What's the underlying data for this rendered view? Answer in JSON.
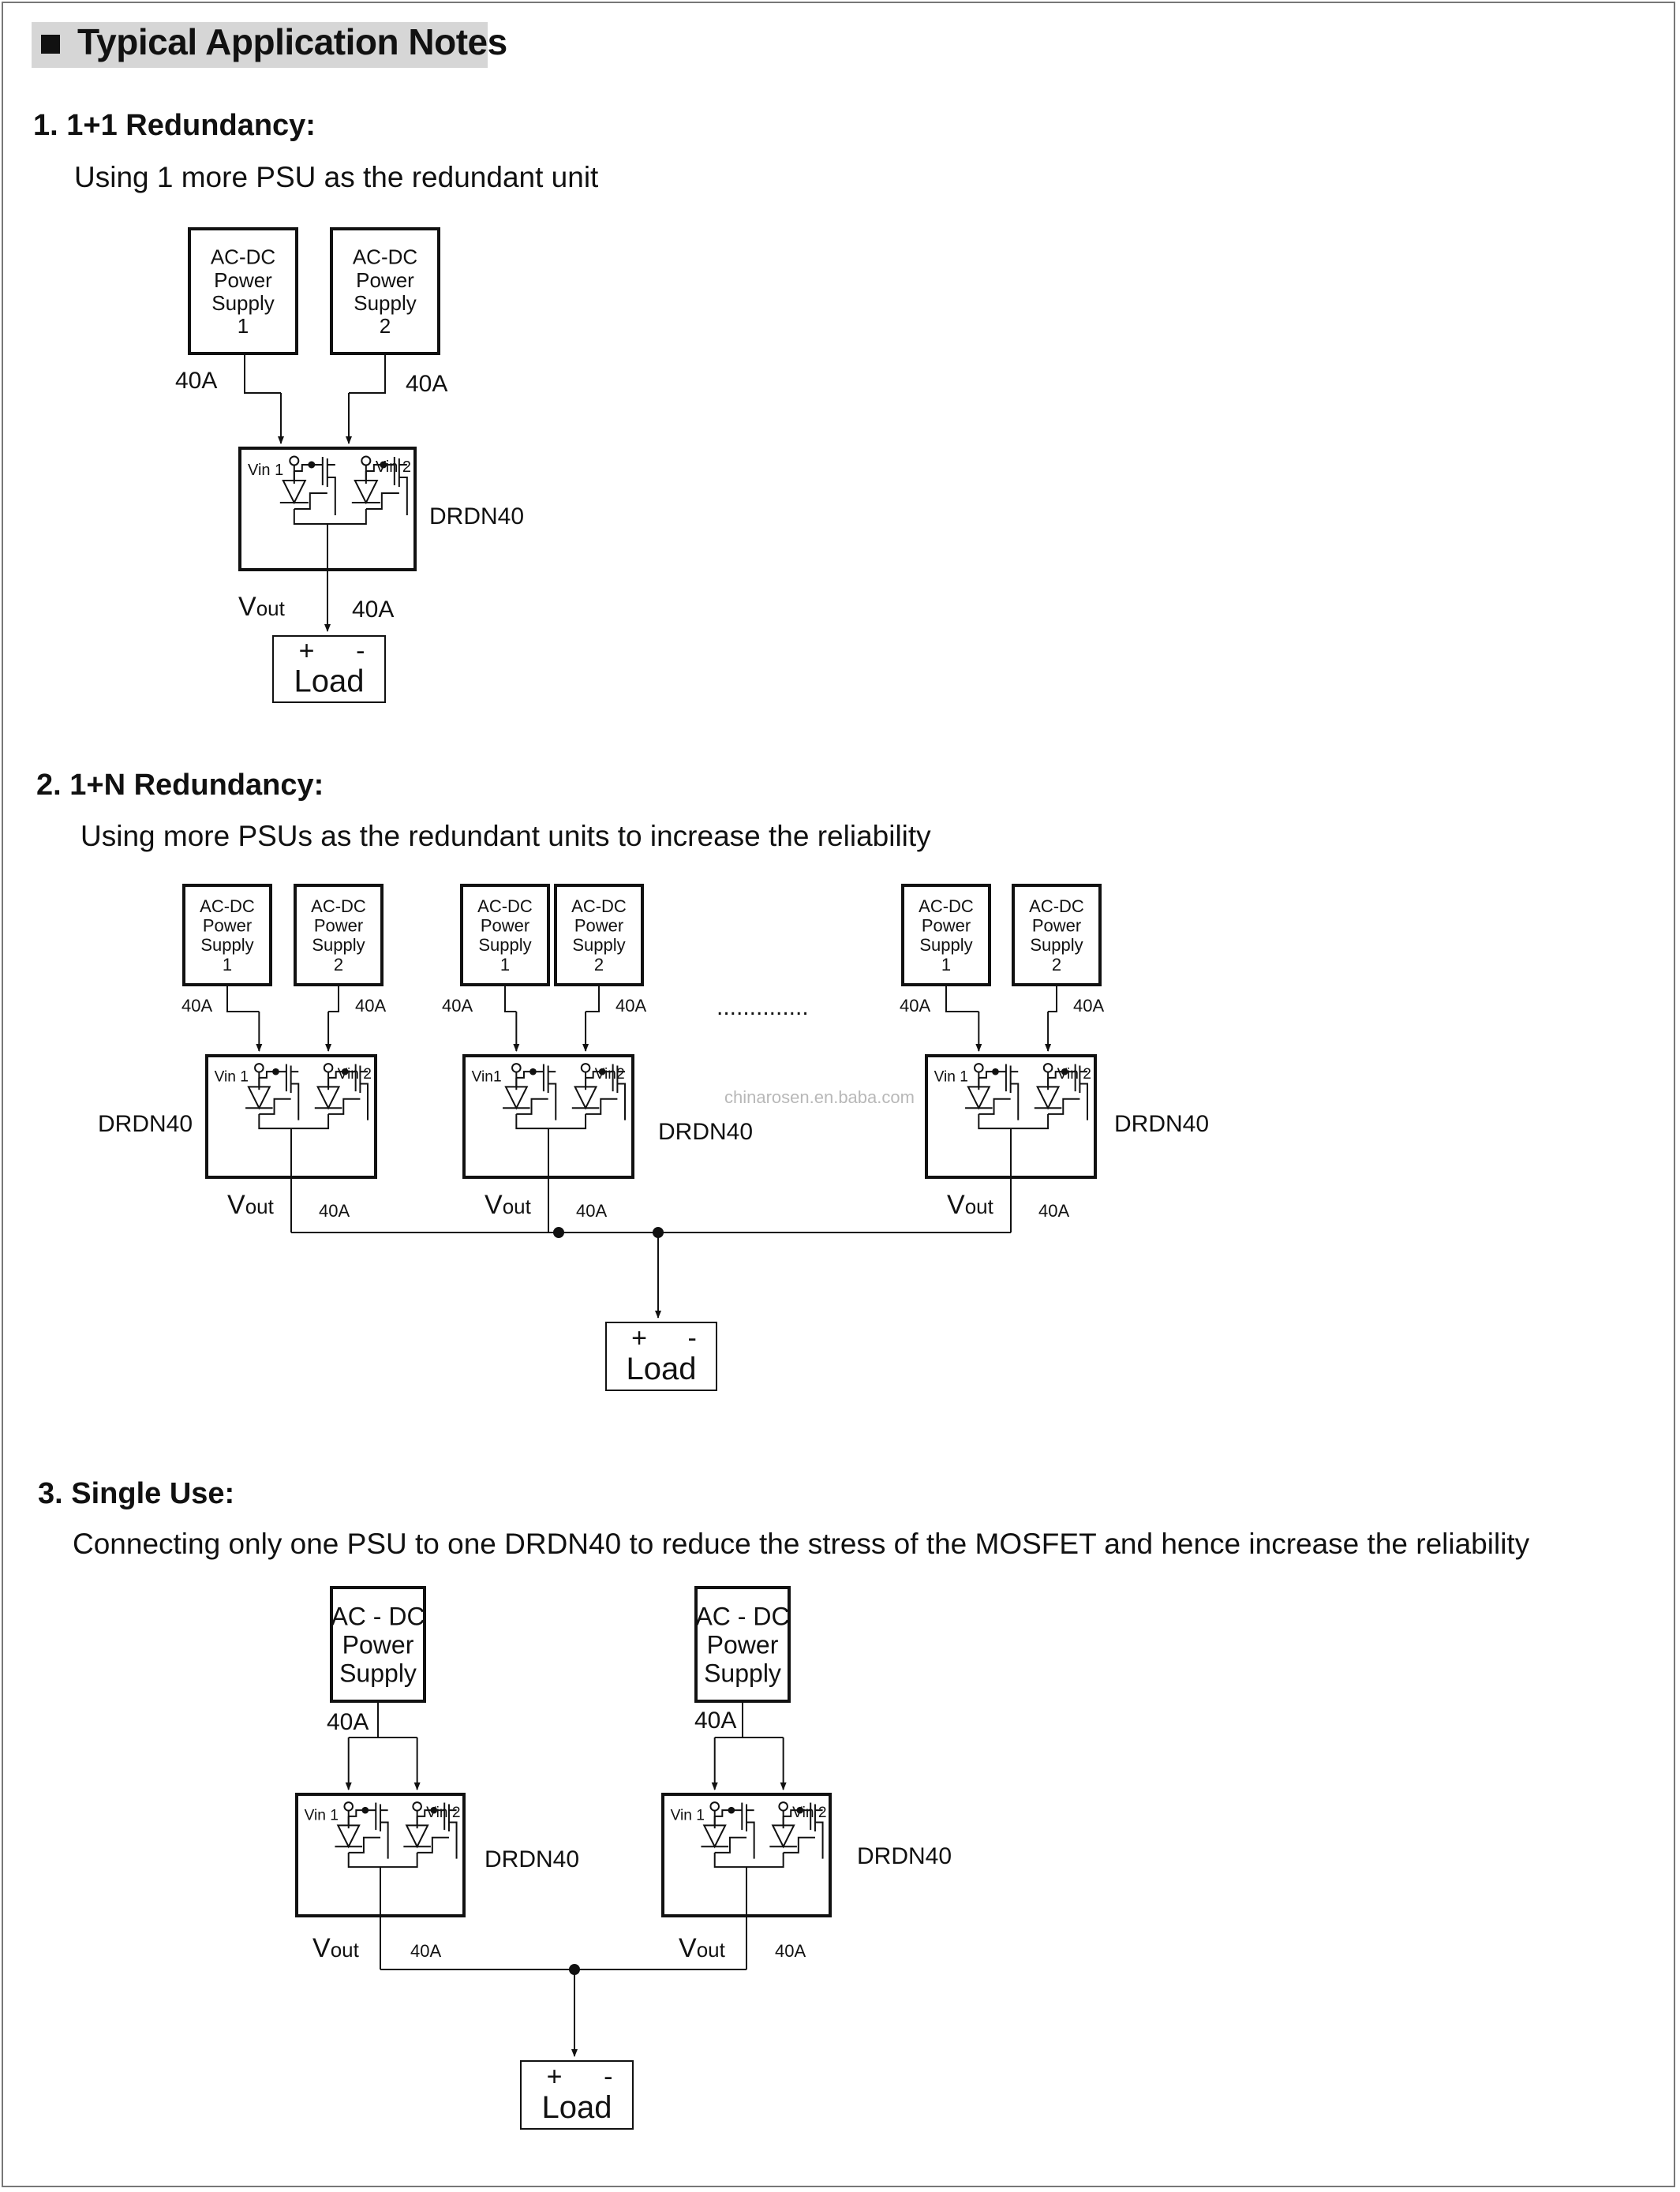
{
  "header": {
    "title": "Typical Application Notes"
  },
  "sections": [
    {
      "heading": "1.  1+1 Redundancy:",
      "subtitle": "Using 1 more PSU as the redundant unit"
    },
    {
      "heading": "2.  1+N Redundancy:",
      "subtitle": "Using more PSUs as the redundant units to increase the reliability"
    },
    {
      "heading": "3. Single Use:",
      "subtitle": "Connecting only one PSU to one DRDN40 to reduce the stress of the MOSFET and hence  increase the reliability"
    }
  ],
  "labels": {
    "psu_lines": [
      "AC-DC",
      "Power",
      "Supply"
    ],
    "psu_lines_single": [
      "AC - DC",
      "Power",
      "Supply"
    ],
    "psu_num_1": "1",
    "psu_num_2": "2",
    "current": "40A",
    "module": "DRDN40",
    "vin1": "Vin 1",
    "vin2": "Vin 2",
    "vin1_compact": "Vin1",
    "vin2_compact": "Vin2",
    "vout_main": "V",
    "vout_sub": "out",
    "load": "Load",
    "plus": "+",
    "minus": "-",
    "ellipsis": "..............",
    "watermark": "chinarosen.en.baba.com"
  }
}
